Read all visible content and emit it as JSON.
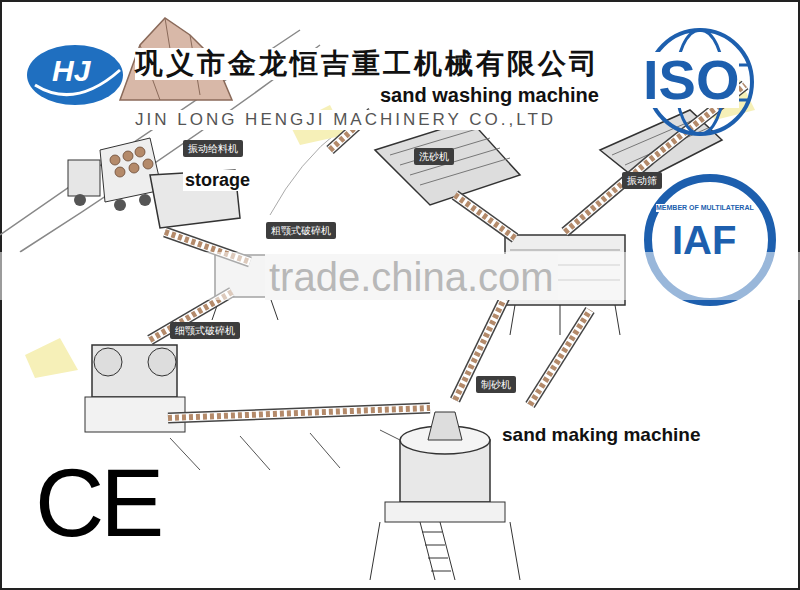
{
  "diagram": {
    "nodes": [
      {
        "text": [
          "振动给料机"
        ]
      },
      {
        "text": [
          "洗砂机"
        ]
      },
      {
        "text": [
          "振动筛"
        ]
      },
      {
        "text": [
          "粗颚式破碎机"
        ]
      },
      {
        "text": [
          "细颚式破碎机"
        ]
      },
      {
        "text": [
          "制砂机"
        ]
      }
    ],
    "labels": [
      "巩义市金龙恒吉重工机械有限公司",
      "JIN LONG HENGJI MACHINERY CO.,LTD",
      "sand washing machine",
      "storage",
      "ISO",
      "MEMBER OF MULTILATERAL",
      "IAF",
      "trade.china.com",
      "sand making machine",
      "CE",
      "HJ"
    ]
  }
}
